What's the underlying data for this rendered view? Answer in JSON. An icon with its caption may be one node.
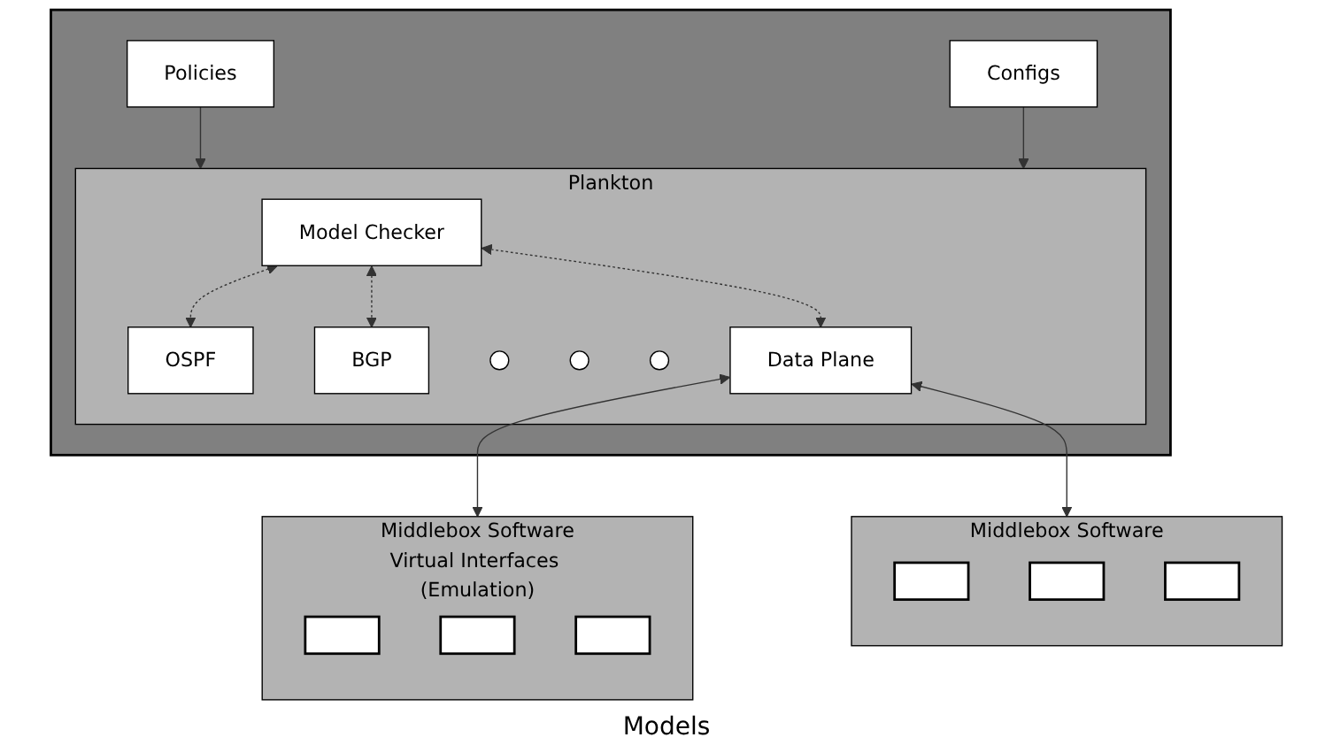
{
  "diagram": {
    "nodes": [
      {
        "text": [],
        "shape": "box"
      },
      {
        "text": [
          "Policies"
        ],
        "in": 0
      },
      {
        "text": [
          "Configs"
        ],
        "in": 0
      },
      {
        "text": [
          "Plankton"
        ],
        "in": 0
      },
      {
        "text": [
          "Model Checker"
        ],
        "in": 3
      },
      {
        "text": [
          "OSPF"
        ],
        "in": 3
      },
      {
        "text": [
          "BGP"
        ],
        "in": 3
      },
      {
        "text": [],
        "shape": "circle",
        "in": 3
      },
      {
        "text": [],
        "shape": "circle",
        "in": 3
      },
      {
        "text": [],
        "shape": "circle",
        "in": 3
      },
      {
        "text": [
          "Data Plane"
        ],
        "in": 3
      },
      {
        "text": [
          "Middlebox Software"
        ],
        "beside": [
          "Virtual Interfaces (Emulation)"
        ]
      },
      {
        "text": [],
        "shape": "box",
        "in": 11
      },
      {
        "text": [],
        "shape": "box",
        "in": 11
      },
      {
        "text": [],
        "shape": "box",
        "in": 11
      },
      {
        "text": [
          "Middlebox Software"
        ]
      },
      {
        "text": [],
        "shape": "box",
        "in": 15
      },
      {
        "text": [],
        "shape": "box",
        "in": 15
      },
      {
        "text": [],
        "shape": "box",
        "in": 15
      }
    ],
    "edges": [
      {
        "from": 1,
        "to": 3,
        "arrow": "to"
      },
      {
        "from": 2,
        "to": 3,
        "arrow": "to"
      },
      {
        "from": 4,
        "to": 5,
        "arrow": "both",
        "style": "dashed"
      },
      {
        "from": 4,
        "to": 6,
        "arrow": "both",
        "style": "dashed"
      },
      {
        "from": 4,
        "to": 10,
        "arrow": "both",
        "style": "dashed"
      },
      {
        "from": 10,
        "to": 11,
        "arrow": "both"
      },
      {
        "from": 10,
        "to": 15,
        "arrow": "both"
      }
    ],
    "labels": [
      "Models"
    ]
  }
}
